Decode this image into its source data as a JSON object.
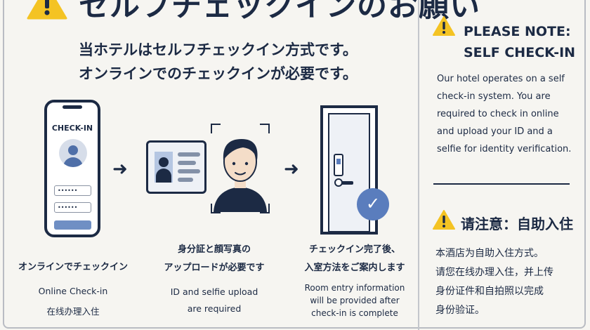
{
  "header": {
    "title": "セルフチェックインのお願い",
    "intro_lines": [
      "当ホテルはセルフチェックイン方式です。",
      "オンラインでのチェックインが必要です。"
    ]
  },
  "steps": [
    {
      "icon": "phone-icon",
      "phone_label": "CHECK-IN",
      "field_1": "••••••",
      "field_2": "••••••",
      "caption_jp": [
        "オンラインでチェックイン"
      ],
      "caption_en": [
        "Online Check-in",
        "在线办理入住"
      ]
    },
    {
      "icon": "id-card-and-selfie-icon",
      "caption_jp": [
        "身分証と顔写真の",
        "アップロードが必要です"
      ],
      "caption_en": [
        "ID and selfie upload",
        "are required"
      ]
    },
    {
      "icon": "door-lock-icon",
      "caption_jp": [
        "チェックイン完了後、",
        "入室方法をご案内します"
      ],
      "caption_en": [
        "Room entry information",
        "will be provided after",
        "check-in is complete"
      ]
    }
  ],
  "arrows": [
    "➜",
    "➜"
  ],
  "badge_check": "✓",
  "notice_en": {
    "title_lines": [
      "PLEASE NOTE:",
      "SELF CHECK-IN"
    ],
    "body_lines": [
      "Our hotel operates on a self",
      "check-in system. You are",
      "required to check in online",
      "and upload your ID and a",
      "selfie for identity verification."
    ]
  },
  "notice_cn": {
    "title": "请注意：自助入住",
    "body_lines": [
      "本酒店为自助入住方式。",
      "请您在线办理入住，并上传",
      "身份证件和自拍照以完成",
      "身份验证。"
    ]
  },
  "colors": {
    "navy": "#1c2a44",
    "warning_yellow": "#f4c323",
    "accent_blue": "#5a7dbd",
    "background": "#f6f5f1"
  }
}
